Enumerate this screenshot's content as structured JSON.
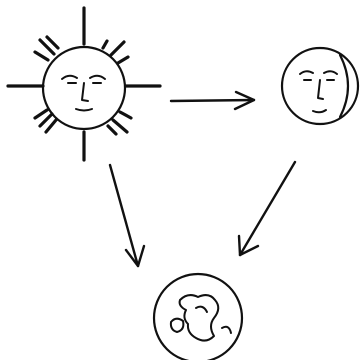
{
  "diagram": {
    "style": "hand-drawn ink sketch",
    "ink_color": "#111111",
    "background_color": "#ffffff",
    "nodes": [
      {
        "id": "sun",
        "icon": "sun-face-icon"
      },
      {
        "id": "moon",
        "icon": "moon-face-icon"
      },
      {
        "id": "earth",
        "icon": "earth-globe-icon"
      }
    ],
    "edges": [
      {
        "from": "sun",
        "to": "moon"
      },
      {
        "from": "sun",
        "to": "earth"
      },
      {
        "from": "moon",
        "to": "earth"
      }
    ]
  }
}
